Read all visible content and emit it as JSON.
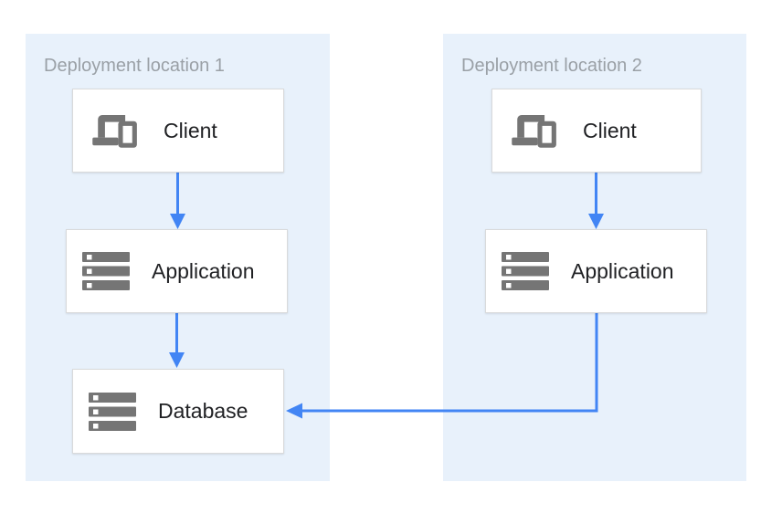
{
  "diagram": {
    "colors": {
      "zone_fill": "#E8F1FB",
      "zone_title": "#9AA0A6",
      "node_background": "#FFFFFF",
      "node_border": "#D9DADB",
      "node_label": "#202124",
      "icon": "#757575",
      "arrow": "#4285F4",
      "page_bg": "#FFFFFF"
    },
    "zones": [
      {
        "title": "Deployment location 1",
        "nodes": [
          {
            "id": "client-1",
            "label": "Client",
            "icon": "devices-icon"
          },
          {
            "id": "application-1",
            "label": "Application",
            "icon": "server-rack-icon"
          },
          {
            "id": "database-1",
            "label": "Database",
            "icon": "server-rack-icon"
          }
        ]
      },
      {
        "title": "Deployment location 2",
        "nodes": [
          {
            "id": "client-2",
            "label": "Client",
            "icon": "devices-icon"
          },
          {
            "id": "application-2",
            "label": "Application",
            "icon": "server-rack-icon"
          }
        ]
      }
    ],
    "edges": [
      {
        "from": "client-1",
        "to": "application-1"
      },
      {
        "from": "application-1",
        "to": "database-1"
      },
      {
        "from": "client-2",
        "to": "application-2"
      },
      {
        "from": "application-2",
        "to": "database-1"
      }
    ]
  }
}
